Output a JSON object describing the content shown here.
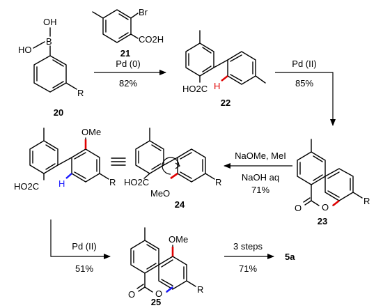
{
  "compounds": {
    "c20": {
      "number": "20",
      "boron_label": "B",
      "oh_top": "OH",
      "oh_left": "HO",
      "r_group": "R"
    },
    "c21": {
      "number": "21",
      "halogen": "Br",
      "acid": "CO2H"
    },
    "c22": {
      "number": "22",
      "acid": "HO2C",
      "highlight_h": "H"
    },
    "c23": {
      "number": "23",
      "ring_o": "O",
      "carbonyl_o": "O",
      "r_group": "R"
    },
    "c24": {
      "number": "24",
      "acid": "HO2C",
      "methoxy": "MeO",
      "r_group": "R"
    },
    "c24a": {
      "methoxy": "OMe",
      "acid": "HO2C",
      "highlight_h": "H",
      "r_group": "R"
    },
    "c25": {
      "number": "25",
      "methoxy": "OMe",
      "ring_o": "O",
      "carbonyl_o": "O",
      "r_group": "R"
    },
    "c5a": {
      "number": "5a"
    }
  },
  "arrows": {
    "step1": {
      "reagent": "Pd (0)",
      "yield": "82%"
    },
    "step2": {
      "reagent": "Pd (II)",
      "yield": "85%"
    },
    "step3": {
      "reagent1": "NaOMe, MeI",
      "reagent2": "NaOH aq",
      "yield": "71%"
    },
    "step4": {
      "reagent": "Pd (II)",
      "yield": "51%"
    },
    "step5": {
      "reagent": "3 steps",
      "yield": "71%"
    }
  },
  "colors": {
    "highlight_red": "#e00000",
    "highlight_blue": "#1a1aff"
  }
}
